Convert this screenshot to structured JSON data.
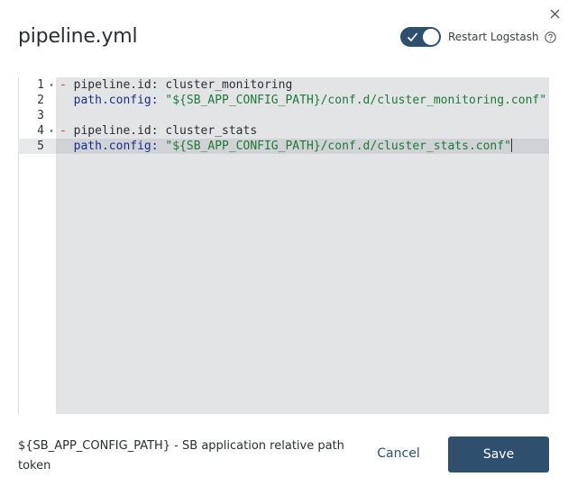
{
  "dialog": {
    "title": "pipeline.yml",
    "restart_toggle": {
      "label": "Restart Logstash",
      "checked": true
    },
    "help_icon": "help-icon",
    "close_icon": "close-icon"
  },
  "editor": {
    "lines": [
      {
        "num": "1",
        "foldable": true,
        "dash": "-",
        "key": "pipeline.id:",
        "value": "cluster_monitoring",
        "active": false
      },
      {
        "num": "2",
        "foldable": false,
        "dash": "",
        "key": "path.config:",
        "value": "\"${SB_APP_CONFIG_PATH}/conf.d/cluster_monitoring.conf\"",
        "active": false
      },
      {
        "num": "3",
        "foldable": false,
        "dash": "",
        "key": "",
        "value": "",
        "active": false
      },
      {
        "num": "4",
        "foldable": true,
        "dash": "-",
        "key": "pipeline.id:",
        "value": "cluster_stats",
        "active": false
      },
      {
        "num": "5",
        "foldable": false,
        "dash": "",
        "key": "path.config:",
        "value": "\"${SB_APP_CONFIG_PATH}/conf.d/cluster_stats.conf\"",
        "active": true
      }
    ]
  },
  "footer": {
    "note": "${SB_APP_CONFIG_PATH} - SB application relative path token",
    "cancel_label": "Cancel",
    "save_label": "Save"
  },
  "colors": {
    "accent": "#2f4f6f",
    "editor_bg": "#e3e4e6",
    "string": "#1d7a38",
    "keyword": "#1a2e8c",
    "dash": "#c6332b"
  }
}
